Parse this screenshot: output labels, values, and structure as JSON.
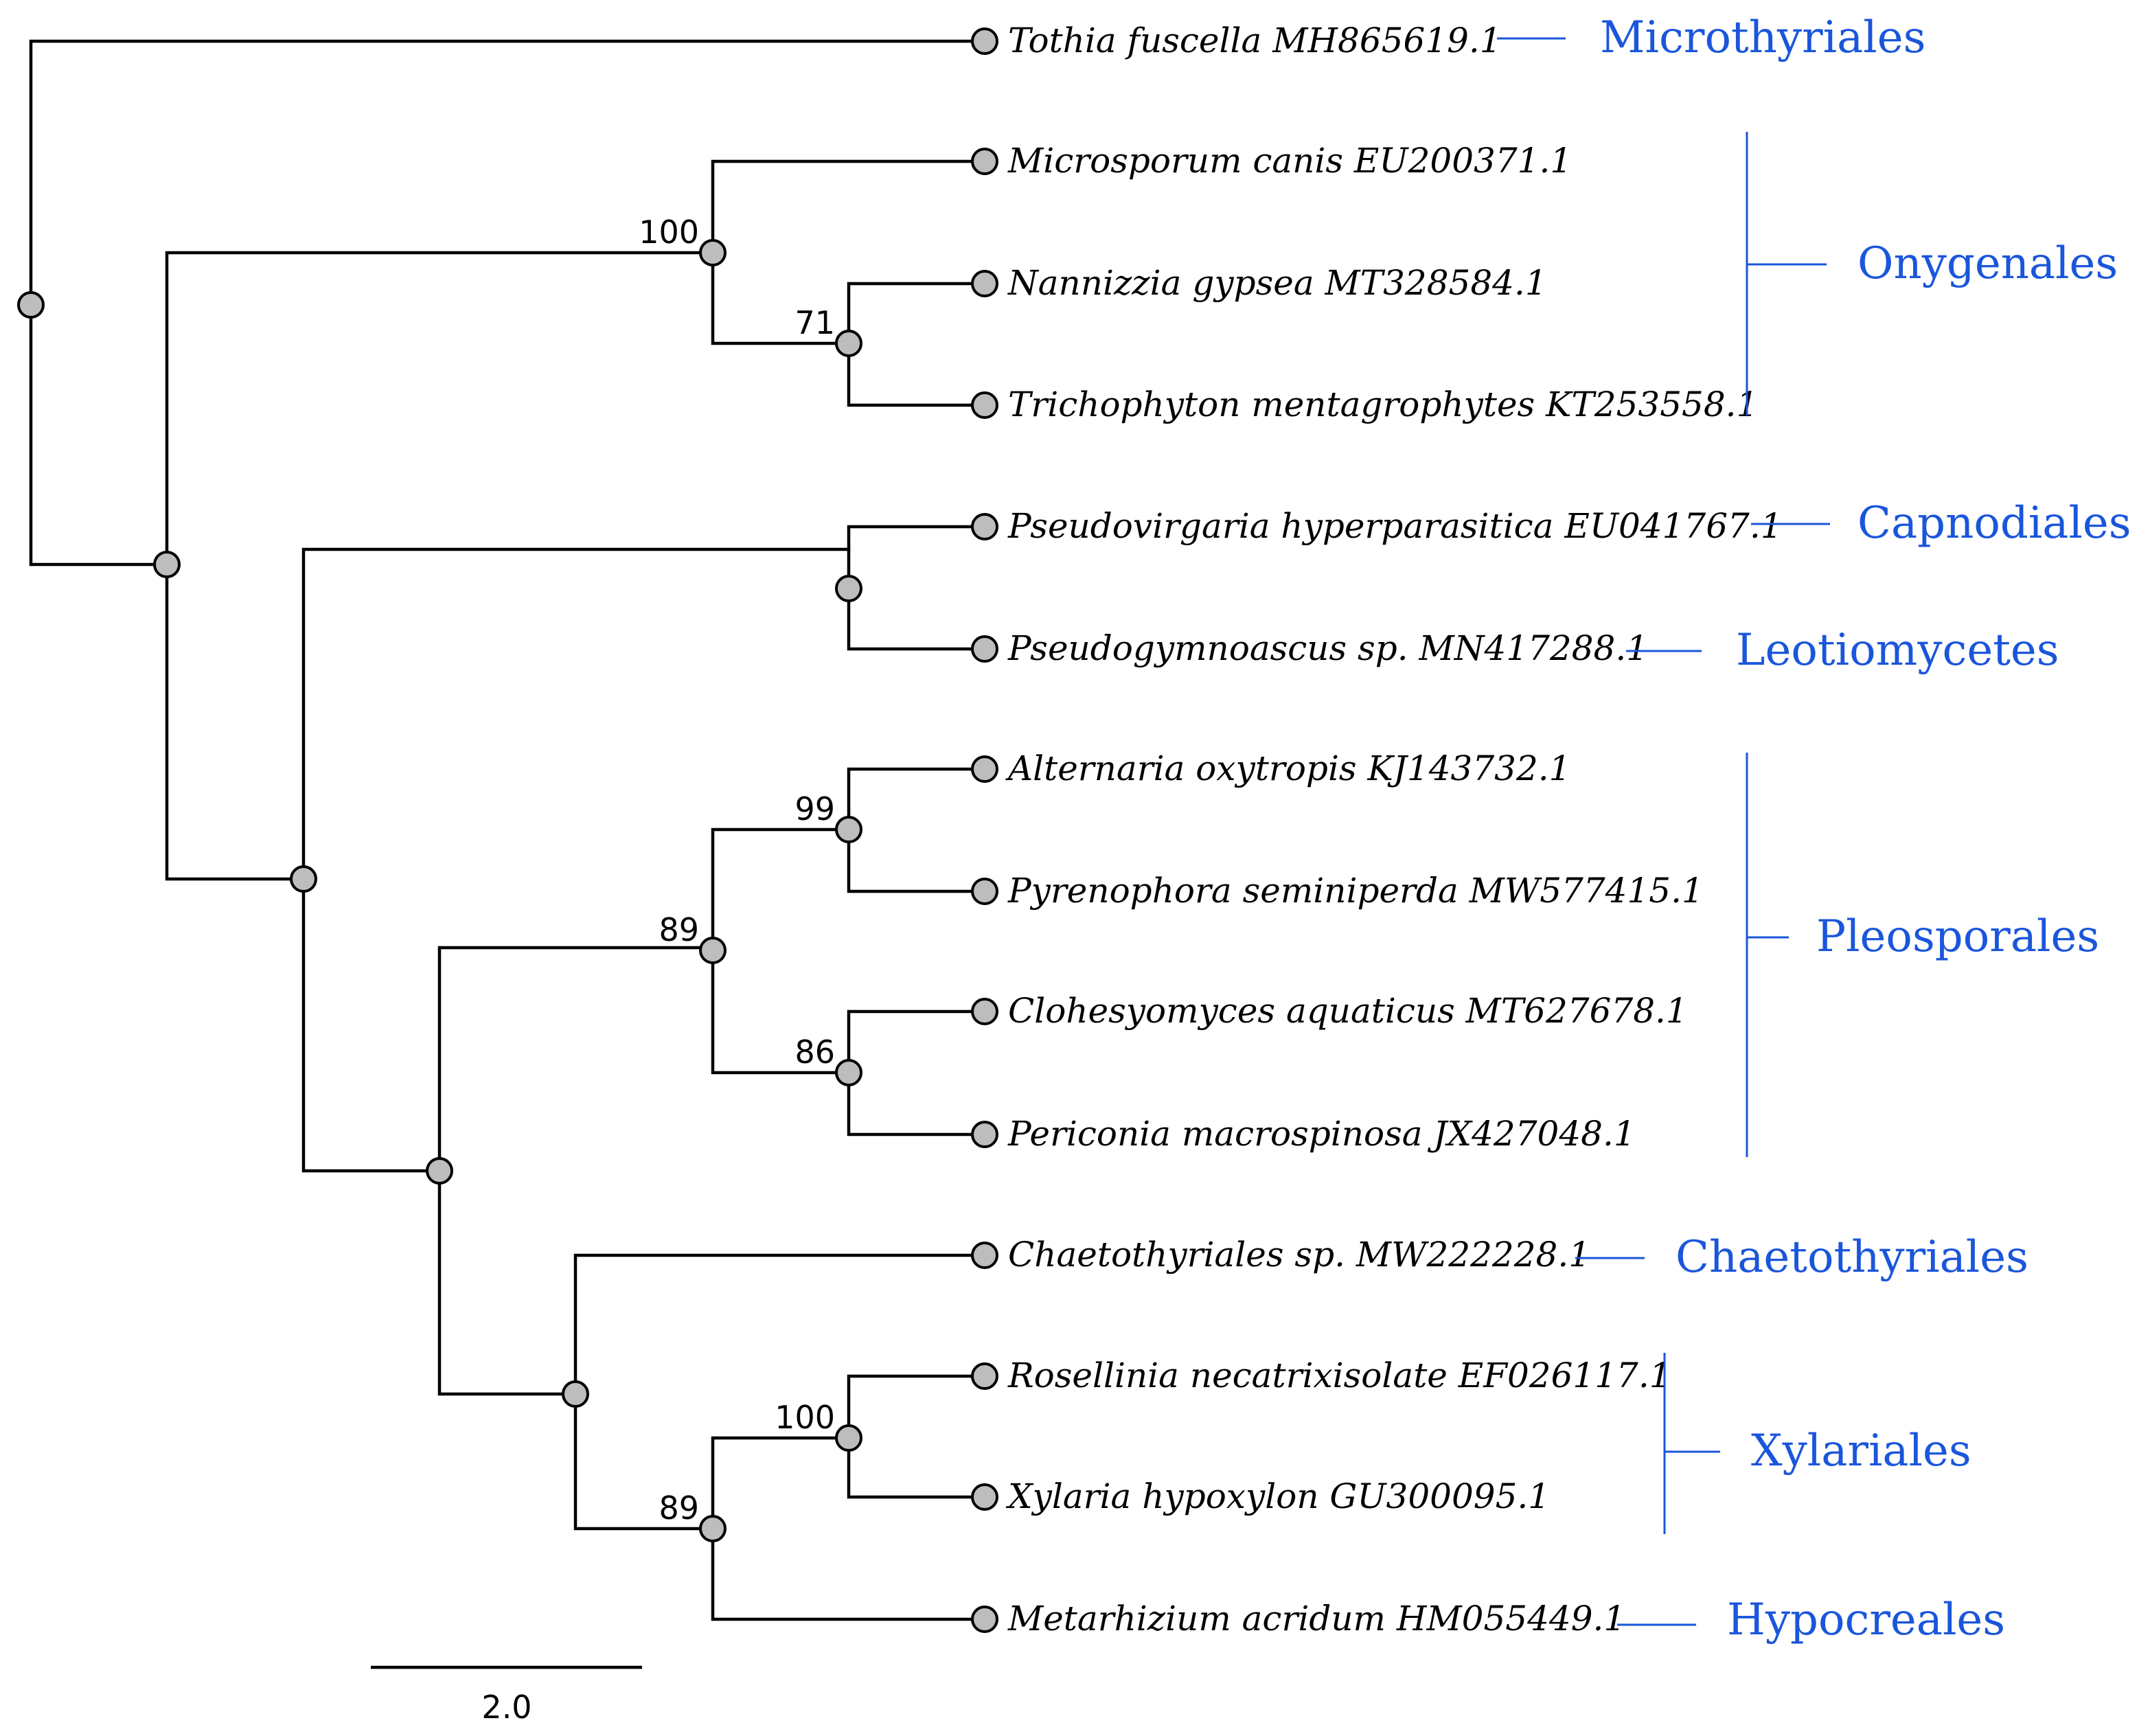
{
  "colors": {
    "branch": "#000000",
    "node_fill": "#bdbdbd",
    "clade": "#1a56db"
  },
  "taxa": [
    "Tothia fuscella MH865619.1",
    "Microsporum canis EU200371.1",
    "Nannizzia gypsea MT328584.1",
    "Trichophyton mentagrophytes KT253558.1",
    "Pseudovirgaria hyperparasitica EU041767.1",
    "Pseudogymnoascus sp. MN417288.1",
    "Alternaria oxytropis KJ143732.1",
    "Pyrenophora seminiperda MW577415.1",
    "Clohesyomyces aquaticus MT627678.1",
    "Periconia macrospinosa JX427048.1",
    "Chaetothyriales sp. MW222228.1",
    "Rosellinia necatrixisolate EF026117.1",
    "Xylaria hypoxylon GU300095.1",
    "Metarhizium acridum HM055449.1"
  ],
  "support_values": [
    "100",
    "71",
    "99",
    "89",
    "86",
    "89",
    "100"
  ],
  "clades": [
    "Microthyriales",
    "Onygenales",
    "Capnodiales",
    "Leotiomycetes",
    "Pleosporales",
    "Chaetothyriales",
    "Xylariales",
    "Hypocreales"
  ],
  "scale": {
    "label": "2.0"
  }
}
